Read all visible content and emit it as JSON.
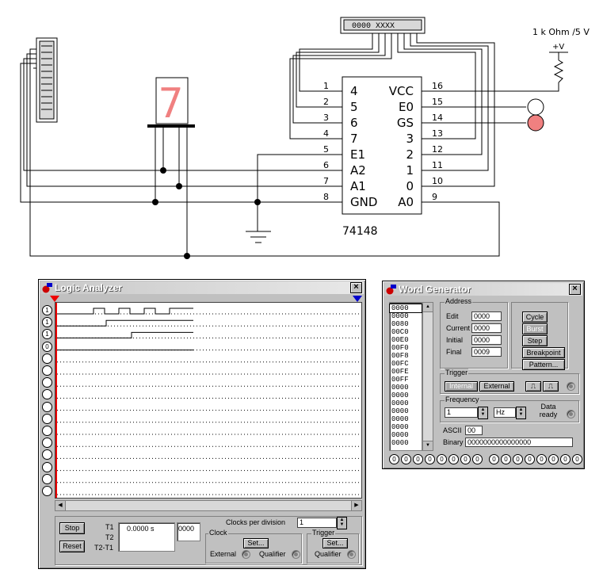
{
  "schematic": {
    "chip_name": "74148",
    "pins_left": [
      {
        "num": "1",
        "name": "4"
      },
      {
        "num": "2",
        "name": "5"
      },
      {
        "num": "3",
        "name": "6"
      },
      {
        "num": "4",
        "name": "7"
      },
      {
        "num": "5",
        "name": "E1"
      },
      {
        "num": "6",
        "name": "A2"
      },
      {
        "num": "7",
        "name": "A1"
      },
      {
        "num": "8",
        "name": "GND"
      }
    ],
    "pins_right": [
      {
        "num": "16",
        "name": "VCC"
      },
      {
        "num": "15",
        "name": "E0"
      },
      {
        "num": "14",
        "name": "GS"
      },
      {
        "num": "13",
        "name": "3"
      },
      {
        "num": "12",
        "name": "2"
      },
      {
        "num": "11",
        "name": "1"
      },
      {
        "num": "10",
        "name": "0"
      },
      {
        "num": "9",
        "name": "A0"
      }
    ],
    "resistor_label": "1 k Ohm /5 V",
    "supply_label": "+V",
    "word_gen_icon_text": "0000  XXXX",
    "display_digit": "7",
    "probe_gs_color": "#f08080"
  },
  "logic_analyzer": {
    "title": "Logic Analyzer",
    "channels": [
      "1",
      "1",
      "1",
      "0",
      "",
      "",
      "",
      "",
      "",
      "",
      "",
      "",
      "",
      "",
      "",
      ""
    ],
    "buttons": {
      "stop": "Stop",
      "reset": "Reset"
    },
    "t1_label": "T1",
    "t2_label": "T2",
    "t21_label": "T2-T1",
    "time_value": "0.0000  s",
    "hex_value": "0000",
    "clocks_label": "Clocks per division",
    "clocks_value": "1",
    "clock_group": "Clock",
    "trigger_group": "Trigger",
    "set_label": "Set...",
    "external_label": "External",
    "qualifier_label": "Qualifier",
    "trigger_qualifier_label": "Qualifier"
  },
  "word_generator": {
    "title": "Word Generator",
    "words": [
      "0000",
      "0000",
      "0080",
      "00C0",
      "00E0",
      "00F0",
      "00F8",
      "00FC",
      "00FE",
      "00FF",
      "0000",
      "0000",
      "0000",
      "0000",
      "0000",
      "0000",
      "0000",
      "0000"
    ],
    "address_group": "Address",
    "edit_label": "Edit",
    "edit_value": "0000",
    "current_label": "Current",
    "current_value": "0000",
    "initial_label": "Initial",
    "initial_value": "0000",
    "final_label": "Final",
    "final_value": "0009",
    "cycle_label": "Cycle",
    "burst_label": "Burst",
    "step_label": "Step",
    "breakpoint_label": "Breakpoint",
    "pattern_label": "Pattern...",
    "trigger_group": "Trigger",
    "internal_label": "Internal",
    "external_label": "External",
    "frequency_group": "Frequency",
    "freq_value": "1",
    "freq_unit": "Hz",
    "data_ready_label": "Data ready",
    "ascii_label": "ASCII",
    "ascii_value": "00",
    "binary_label": "Binary",
    "binary_value": "0000000000000000",
    "bits": [
      "0",
      "0",
      "0",
      "0",
      "0",
      "0",
      "0",
      "0",
      "0",
      "0",
      "0",
      "0",
      "0",
      "0",
      "0",
      "0"
    ]
  }
}
